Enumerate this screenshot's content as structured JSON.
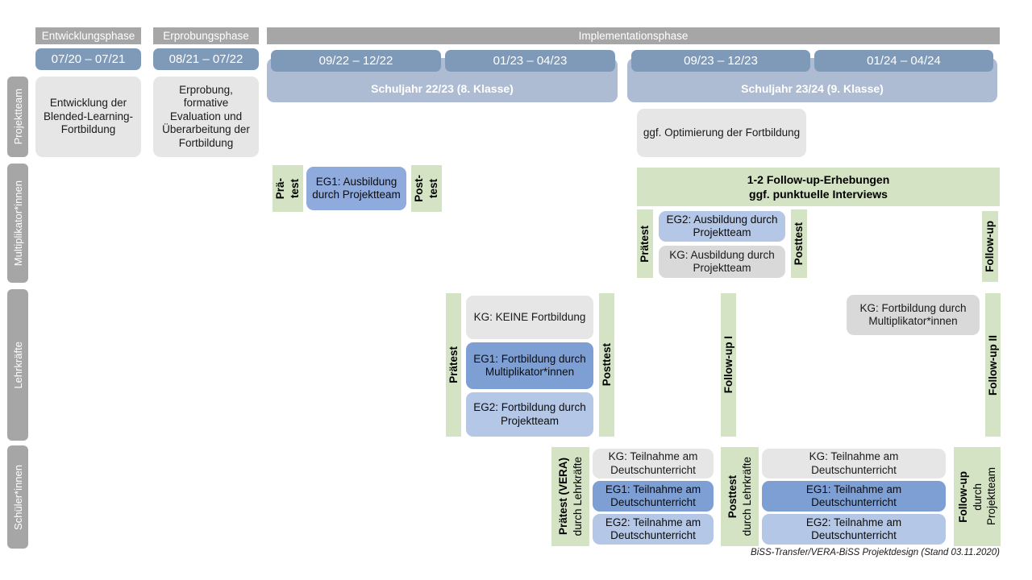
{
  "diagram": {
    "footer": "BiSS-Transfer/VERA-BiSS Projektdesign (Stand 03.11.2020)",
    "colors": {
      "phase_bar": "#a6a6a6",
      "date_pill": "#7f99b8",
      "year_band": "#adbcd2",
      "row_label": "#a6a6a6",
      "green_strip": "#d3e3c3",
      "kg_grey": "#e6e6e6",
      "eg1_blue": "#7e9fd4",
      "eg2_blue": "#b4c7e7"
    }
  },
  "phases": [
    {
      "label": "Entwicklungsphase"
    },
    {
      "label": "Erprobungsphase"
    },
    {
      "label": "Implementationsphase"
    }
  ],
  "periods": [
    {
      "label": "07/20 – 07/21"
    },
    {
      "label": "08/21 – 07/22"
    },
    {
      "label": "09/22 – 12/22"
    },
    {
      "label": "01/23 – 04/23"
    },
    {
      "label": "09/23 – 12/23"
    },
    {
      "label": "01/24 – 04/24"
    }
  ],
  "school_years": [
    {
      "label": "Schuljahr 22/23 (8. Klasse)"
    },
    {
      "label": "Schuljahr 23/24 (9. Klasse)"
    }
  ],
  "rows": [
    {
      "label": "Projektteam"
    },
    {
      "label": "Multiplikator*innen"
    },
    {
      "label": "Lehrkräfte"
    },
    {
      "label": "Schüler*innen"
    }
  ],
  "projektteam": {
    "entwicklung": "Entwicklung der Blended-Learning-Fortbildung",
    "erprobung": "Erprobung, formative Evaluation und Überarbeitung der Fortbildung",
    "optimierung": "ggf. Optimierung der Fortbildung"
  },
  "multiplikatoren": {
    "praetest_1_line1": "Prä-",
    "praetest_1_line2": "test",
    "eg1_ausbildung": "EG1: Ausbildung durch Projektteam",
    "posttest_1_line1": "Post-",
    "posttest_1_line2": "test",
    "followup_banner_line1": "1-2 Follow-up-Erhebungen",
    "followup_banner_line2": "ggf. punktuelle Interviews",
    "praetest_2": "Prätest",
    "eg2_ausbildung": "EG2: Ausbildung durch Projektteam",
    "kg_ausbildung": "KG: Ausbildung durch Projektteam",
    "posttest_2": "Posttest",
    "followup": "Follow-up"
  },
  "lehrkraefte": {
    "praetest": "Prätest",
    "kg_keine": "KG:  KEINE Fortbildung",
    "eg1_fortbildung": "EG1: Fortbildung durch Multiplikator*innen",
    "eg2_fortbildung": "EG2: Fortbildung durch Projektteam",
    "posttest": "Posttest",
    "followup_1": "Follow-up I",
    "kg_fortbildung": "KG: Fortbildung durch Multiplikator*innen",
    "followup_2": "Follow-up II"
  },
  "schuelerinnen": {
    "praetest_main": "Prätest (VERA)",
    "praetest_sub": "durch Lehrkräfte",
    "block1": {
      "kg": "KG: Teilnahme am Deutschunterricht",
      "eg1": "EG1: Teilnahme am Deutschunterricht",
      "eg2": "EG2: Teilnahme am Deutschunterricht"
    },
    "posttest_main": "Posttest",
    "posttest_sub": "durch Lehrkräfte",
    "block2": {
      "kg": "KG: Teilnahme am Deutschunterricht",
      "eg1": "EG1: Teilnahme am Deutschunterricht",
      "eg2": "EG2: Teilnahme am Deutschunterricht"
    },
    "followup_main": "Follow-up",
    "followup_sub1": "durch",
    "followup_sub2": "Projektteam"
  }
}
